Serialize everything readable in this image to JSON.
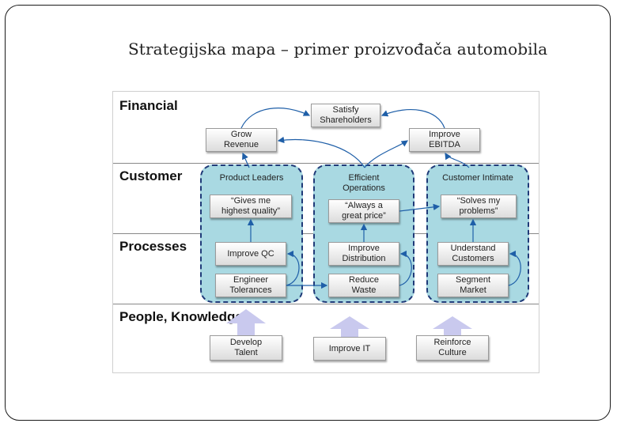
{
  "slide": {
    "title": "Strategijska mapa – primer proizvođača automobila"
  },
  "bands": {
    "financial": "Financial",
    "customer": "Customer",
    "processes": "Processes",
    "people": "People, Knowledge"
  },
  "columns": {
    "product_leaders": "Product Leaders",
    "efficient_operations": "Efficient\nOperations",
    "customer_intimate": "Customer Intimate"
  },
  "nodes": {
    "satisfy_shareholders": "Satisfy\nShareholders",
    "grow_revenue": "Grow\nRevenue",
    "improve_ebitda": "Improve\nEBITDA",
    "gives_me_quality": "“Gives me\nhighest quality”",
    "always_great_price": "“Always a\ngreat price”",
    "solves_my_problems": "“Solves my\nproblems”",
    "improve_qc": "Improve QC",
    "improve_distribution": "Improve\nDistribution",
    "understand_customers": "Understand\nCustomers",
    "engineer_tolerances": "Engineer\nTolerances",
    "reduce_waste": "Reduce\nWaste",
    "segment_market": "Segment\nMarket",
    "develop_talent": "Develop\nTalent",
    "improve_it": "Improve IT",
    "reinforce_culture": "Reinforce\nCulture"
  },
  "colors": {
    "column_fill": "#a9d9e2",
    "column_border": "#1f3a78",
    "arrow": "#1f5fa8",
    "up_arrow": "#c9c9ee"
  }
}
